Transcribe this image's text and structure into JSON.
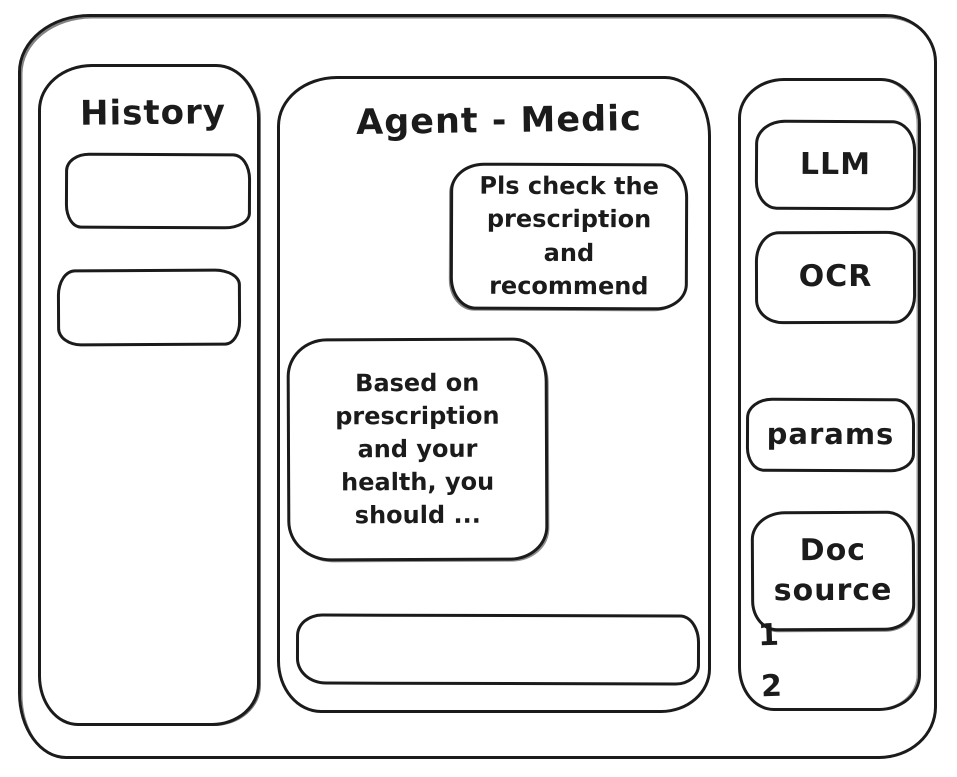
{
  "window": {
    "stroke_color": "#1b1b1b",
    "background_color": "#ffffff"
  },
  "history_sidebar": {
    "title": "History",
    "items": [
      {
        "label": ""
      },
      {
        "label": ""
      }
    ]
  },
  "chat_panel": {
    "title": "Agent - Medic",
    "messages": [
      {
        "role": "user",
        "text": "Pls check the prescription and recommend"
      },
      {
        "role": "assistant",
        "text": "Based on prescription and your health, you should ..."
      }
    ],
    "input_value": ""
  },
  "tools_sidebar": {
    "llm_label": "LLM",
    "ocr_label": "OCR",
    "params_label": "params",
    "doc_source_label": "Doc source",
    "doc_source_items": [
      "1",
      "2"
    ]
  }
}
